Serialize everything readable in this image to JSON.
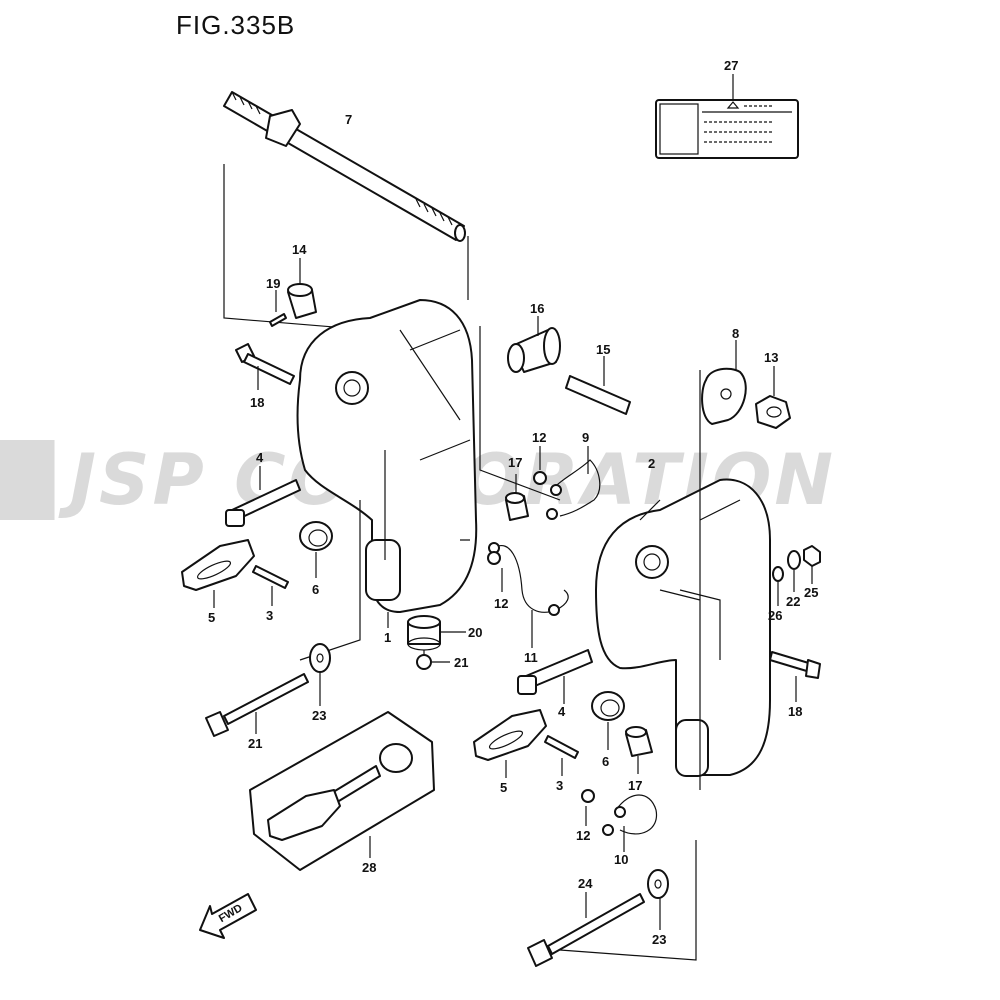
{
  "figure": {
    "title": "FIG.335B",
    "watermark": "JSP CORPORATION",
    "fwd_label": "FWD"
  },
  "callouts": [
    {
      "id": "c7",
      "label": "7"
    },
    {
      "id": "c27",
      "label": "27"
    },
    {
      "id": "c14",
      "label": "14"
    },
    {
      "id": "c19",
      "label": "19"
    },
    {
      "id": "c16",
      "label": "16"
    },
    {
      "id": "c15",
      "label": "15"
    },
    {
      "id": "c8",
      "label": "8"
    },
    {
      "id": "c13",
      "label": "13"
    },
    {
      "id": "c18a",
      "label": "18"
    },
    {
      "id": "c12a",
      "label": "12"
    },
    {
      "id": "c9",
      "label": "9"
    },
    {
      "id": "c17a",
      "label": "17"
    },
    {
      "id": "c2",
      "label": "2"
    },
    {
      "id": "c4a",
      "label": "4"
    },
    {
      "id": "c6a",
      "label": "6"
    },
    {
      "id": "c5a",
      "label": "5"
    },
    {
      "id": "c3a",
      "label": "3"
    },
    {
      "id": "c12b",
      "label": "12"
    },
    {
      "id": "c1",
      "label": "1"
    },
    {
      "id": "c20",
      "label": "20"
    },
    {
      "id": "c21a",
      "label": "21"
    },
    {
      "id": "c11",
      "label": "11"
    },
    {
      "id": "c26",
      "label": "26"
    },
    {
      "id": "c22",
      "label": "22"
    },
    {
      "id": "c25",
      "label": "25"
    },
    {
      "id": "c18b",
      "label": "18"
    },
    {
      "id": "c23a",
      "label": "23"
    },
    {
      "id": "c21b",
      "label": "21"
    },
    {
      "id": "c4b",
      "label": "4"
    },
    {
      "id": "c6b",
      "label": "6"
    },
    {
      "id": "c5b",
      "label": "5"
    },
    {
      "id": "c3b",
      "label": "3"
    },
    {
      "id": "c17b",
      "label": "17"
    },
    {
      "id": "c12c",
      "label": "12"
    },
    {
      "id": "c10",
      "label": "10"
    },
    {
      "id": "c28",
      "label": "28"
    },
    {
      "id": "c24",
      "label": "24"
    },
    {
      "id": "c23b",
      "label": "23"
    }
  ]
}
